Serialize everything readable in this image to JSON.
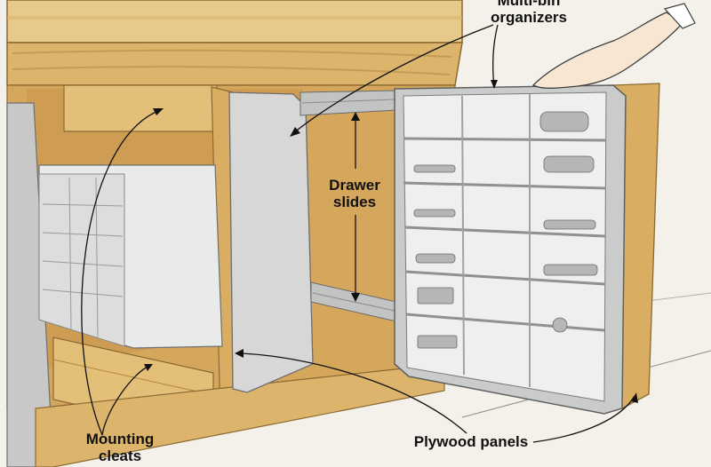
{
  "labels": {
    "multi_bin": "Multi-bin\norganizers",
    "drawer_slides": "Drawer\nslides",
    "mounting_cleats": "Mounting\ncleats",
    "plywood_panels": "Plywood panels"
  },
  "colors": {
    "wood_light": "#e7c98a",
    "wood_mid": "#d9ae63",
    "wood_dark": "#b8863f",
    "panel_gray": "#d6d7d6",
    "organizer_frame": "#c9cccb",
    "bin_gray": "#ecedec",
    "banner_red": "#e21b1b",
    "background": "#f4f1ea"
  }
}
